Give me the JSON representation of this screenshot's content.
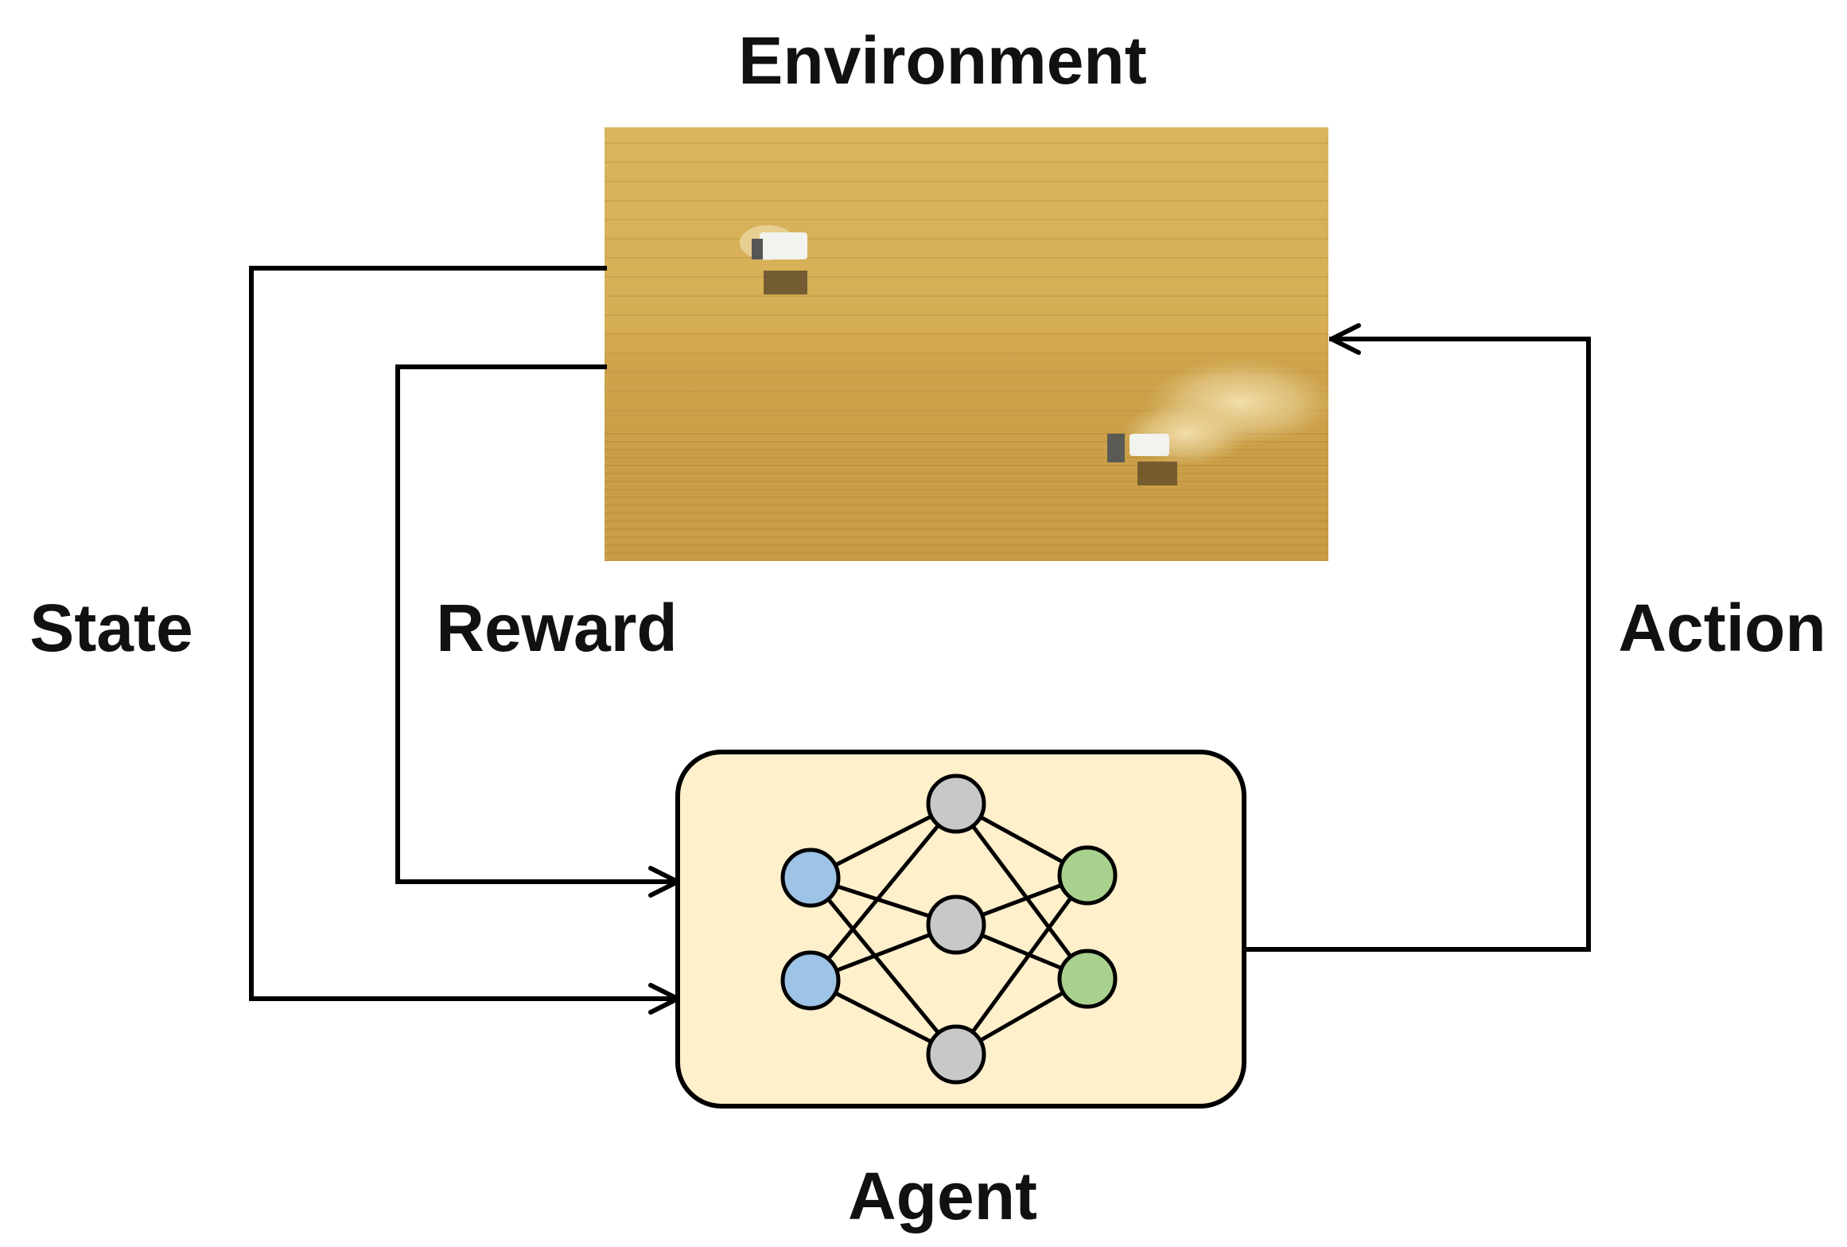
{
  "labels": {
    "environment": "Environment",
    "agent": "Agent",
    "state": "State",
    "reward": "Reward",
    "action": "Action"
  },
  "colors": {
    "agent_box_fill": "#FFF0CC",
    "input_node": "#9DC3E6",
    "hidden_node": "#C8C8C8",
    "output_node": "#A9D18E",
    "line": "#000000"
  },
  "environment_image": {
    "depicts": "aerial view of a wheat field with two tractors",
    "icon": "field-photo-icon"
  },
  "network": {
    "layers": [
      {
        "role": "input",
        "nodes": 2
      },
      {
        "role": "hidden",
        "nodes": 3
      },
      {
        "role": "output",
        "nodes": 2
      }
    ]
  }
}
